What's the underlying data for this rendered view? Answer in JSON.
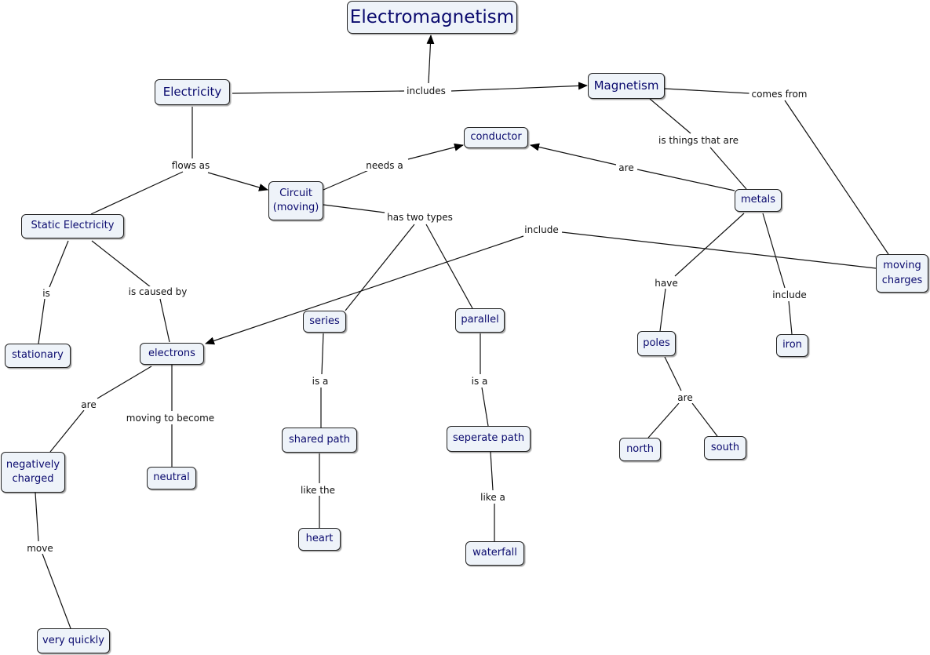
{
  "nodes": {
    "electromagnetism": "Electromagnetism",
    "electricity": "Electricity",
    "magnetism": "Magnetism",
    "conductor": "conductor",
    "circuit": "Circuit\n(moving)",
    "static_electricity": "Static Electricity",
    "metals": "metals",
    "moving_charges": "moving\ncharges",
    "stationary": "stationary",
    "electrons": "electrons",
    "series": "series",
    "parallel": "parallel",
    "poles": "poles",
    "iron": "iron",
    "negatively_charged": "negatively\ncharged",
    "neutral": "neutral",
    "shared_path": "shared path",
    "seperate_path": "seperate path",
    "north": "north",
    "south": "south",
    "heart": "heart",
    "waterfall": "waterfall",
    "very_quickly": "very quickly"
  },
  "links": {
    "includes": "includes",
    "comes_from": "comes from",
    "is_things_that_are": "is things that are",
    "flows_as": "flows as",
    "needs_a": "needs a",
    "are_conductor": "are",
    "has_two_types": "has two types",
    "include_electrons": "include",
    "is": "is",
    "is_caused_by": "is caused by",
    "have": "have",
    "include_iron": "include",
    "are_negative": "are",
    "moving_to_become": "moving to become",
    "is_a_series": "is a",
    "is_a_parallel": "is a",
    "are_poles": "are",
    "like_the": "like the",
    "like_a": "like a",
    "move": "move"
  },
  "colors": {
    "node_fill": "#eef3f9",
    "node_text": "#0a0a6e",
    "line": "#111111"
  }
}
